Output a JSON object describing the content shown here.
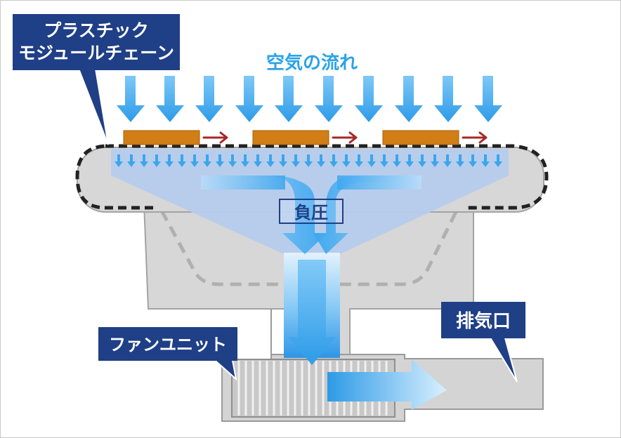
{
  "labels": {
    "chain": [
      "プラスチック",
      "モジュールチェーン"
    ],
    "airflow": "空気の流れ",
    "negative_pressure": "負圧",
    "fan_unit": "ファンユニット",
    "exhaust": "排気口"
  },
  "colors": {
    "callout_bg": "#1f3f86",
    "callout_text": "#ffffff",
    "airflow_text": "#2aa3e8",
    "arrow_blue": "#3aa6ee",
    "arrow_blue_light": "#a9dcff",
    "machine_gray": "#d7d7d7",
    "machine_edge": "#9a9a9a",
    "chamber_blue": "#b6ccec",
    "product": "#d17e16",
    "move_arrow": "#a82727",
    "chain_dash": "#222222"
  },
  "icons": {
    "down_arrow": "down-arrow-icon",
    "move_arrow": "right-arrow-icon"
  }
}
